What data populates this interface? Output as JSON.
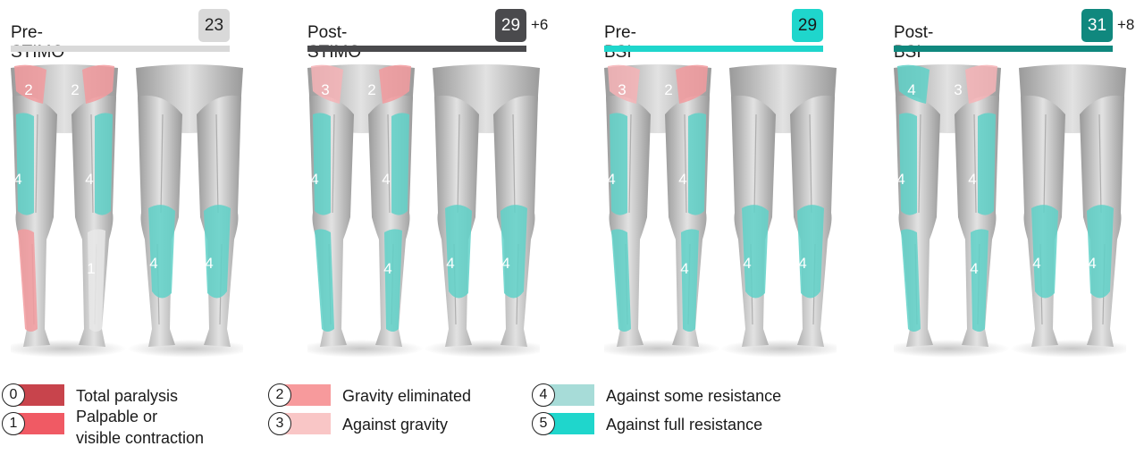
{
  "panels": [
    {
      "title": "Pre-STIMO",
      "score": "23",
      "delta": "",
      "bar_color": "#d9d9d9",
      "badge_bg": "#d9d9d9",
      "badge_fg": "#222222",
      "front": {
        "hip_l": "2",
        "hip_r": "2",
        "thigh_l": "4",
        "thigh_r": "4",
        "shin_l": "2",
        "shin_r": "1"
      },
      "back": {
        "calf_l": "4",
        "calf_r": "4"
      }
    },
    {
      "title": "Post-STIMO",
      "score": "29",
      "delta": "+6",
      "bar_color": "#4a4a4d",
      "badge_bg": "#4a4a4d",
      "badge_fg": "#ffffff",
      "front": {
        "hip_l": "3",
        "hip_r": "2",
        "thigh_l": "4",
        "thigh_r": "4",
        "shin_l": "4",
        "shin_r": "4"
      },
      "back": {
        "calf_l": "4",
        "calf_r": "4"
      }
    },
    {
      "title": "Pre-BSI",
      "score": "29",
      "delta": "",
      "bar_color": "#1fd6cc",
      "badge_bg": "#1fd6cc",
      "badge_fg": "#1a1a1a",
      "front": {
        "hip_l": "3",
        "hip_r": "2",
        "thigh_l": "4",
        "thigh_r": "4",
        "shin_l": "4",
        "shin_r": "4"
      },
      "back": {
        "calf_l": "4",
        "calf_r": "4"
      }
    },
    {
      "title": "Post-BSI",
      "score": "31",
      "delta": "+8",
      "bar_color": "#10887e",
      "badge_bg": "#10887e",
      "badge_fg": "#ffffff",
      "front": {
        "hip_l": "4",
        "hip_r": "3",
        "thigh_l": "4",
        "thigh_r": "4",
        "shin_l": "4",
        "shin_r": "4"
      },
      "back": {
        "calf_l": "4",
        "calf_r": "4"
      }
    }
  ],
  "legend": [
    {
      "num": "0",
      "label": "Total paralysis",
      "color": "#c8444c"
    },
    {
      "num": "1",
      "label": "Palpable or",
      "label2": "visible contraction",
      "color": "#f05a64"
    },
    {
      "num": "2",
      "label": "Gravity eliminated",
      "color": "#f79a9c"
    },
    {
      "num": "3",
      "label": "Against gravity",
      "color": "#f9c6c6"
    },
    {
      "num": "4",
      "label": "Against some resistance",
      "color": "#a7dcd8"
    },
    {
      "num": "5",
      "label": "Against full resistance",
      "color": "#1fd6cc"
    }
  ],
  "colors": {
    "grade1": "#e8e8e8",
    "grade2": "#f29a9e",
    "grade3": "#f6b3b6",
    "grade4": "#5fd1c8",
    "leg_base": "#c4c4c4",
    "leg_shade": "#9a9a9a"
  }
}
